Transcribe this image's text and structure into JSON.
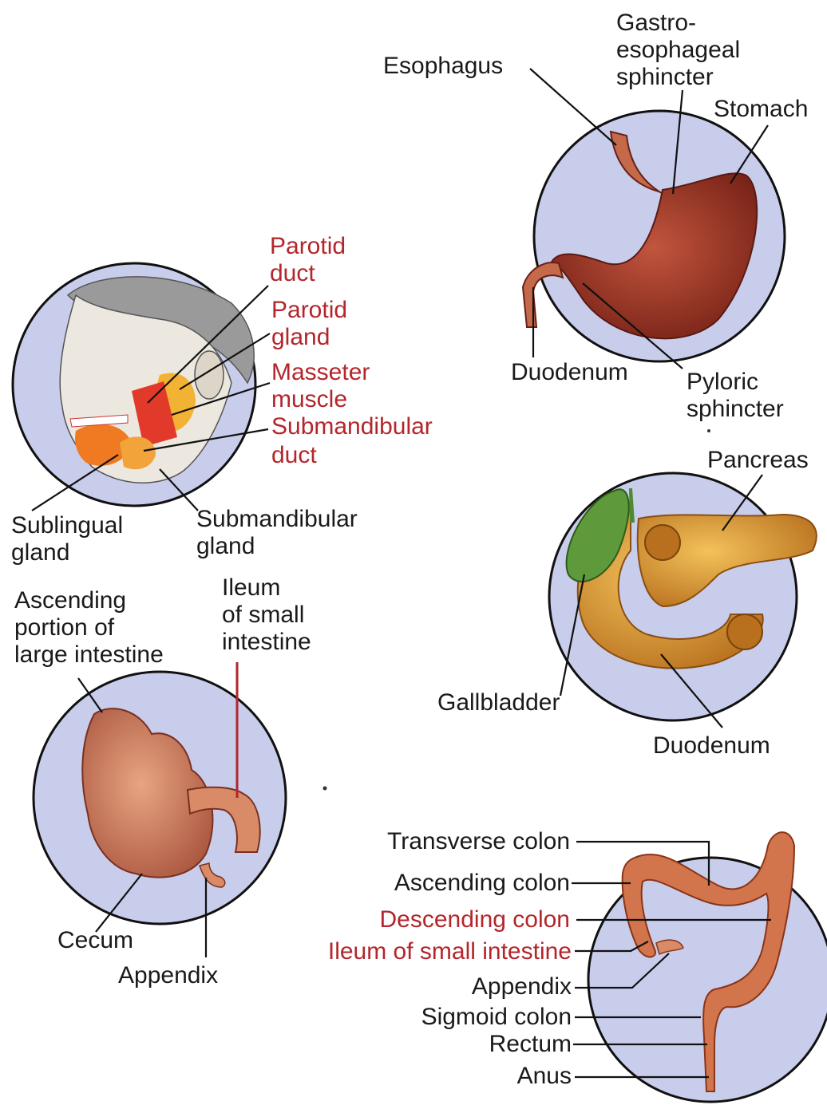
{
  "stomach": {
    "esophagus": "Esophagus",
    "gastro_esophageal_sphincter": [
      "Gastro-",
      "esophageal",
      "sphincter"
    ],
    "stomach": "Stomach",
    "duodenum": "Duodenum",
    "pyloric_sphincter": [
      "Pyloric",
      "sphincter"
    ]
  },
  "head": {
    "parotid_duct": [
      "Parotid",
      "duct"
    ],
    "parotid_gland": [
      "Parotid",
      "gland"
    ],
    "masseter_muscle": [
      "Masseter",
      "muscle"
    ],
    "submandibular_duct": [
      "Submandibular",
      "duct"
    ],
    "sublingual_gland": [
      "Sublingual",
      "gland"
    ],
    "submandibular_gland": [
      "Submandibular",
      "gland"
    ]
  },
  "pancreas": {
    "pancreas": "Pancreas",
    "gallbladder": "Gallbladder",
    "duodenum": "Duodenum"
  },
  "cecum": {
    "ascending_portion": [
      "Ascending",
      "portion of",
      "large intestine"
    ],
    "ileum": [
      "Ileum",
      "of small",
      "intestine"
    ],
    "cecum": "Cecum",
    "appendix": "Appendix"
  },
  "colon": {
    "transverse_colon": "Transverse colon",
    "ascending_colon": "Ascending colon",
    "descending_colon": "Descending colon",
    "ileum": "Ileum of small intestine",
    "appendix": "Appendix",
    "sigmoid_colon": "Sigmoid colon",
    "rectum": "Rectum",
    "anus": "Anus"
  },
  "colors": {
    "circle_fill": "#c9cdec",
    "circle_stroke": "#111111",
    "tissue": "#c46a4a",
    "tissue_dark": "#7a2a1e",
    "pancreas": "#e0a23a",
    "gallbladder": "#5e9a3c",
    "label_red": "#b3262b"
  }
}
